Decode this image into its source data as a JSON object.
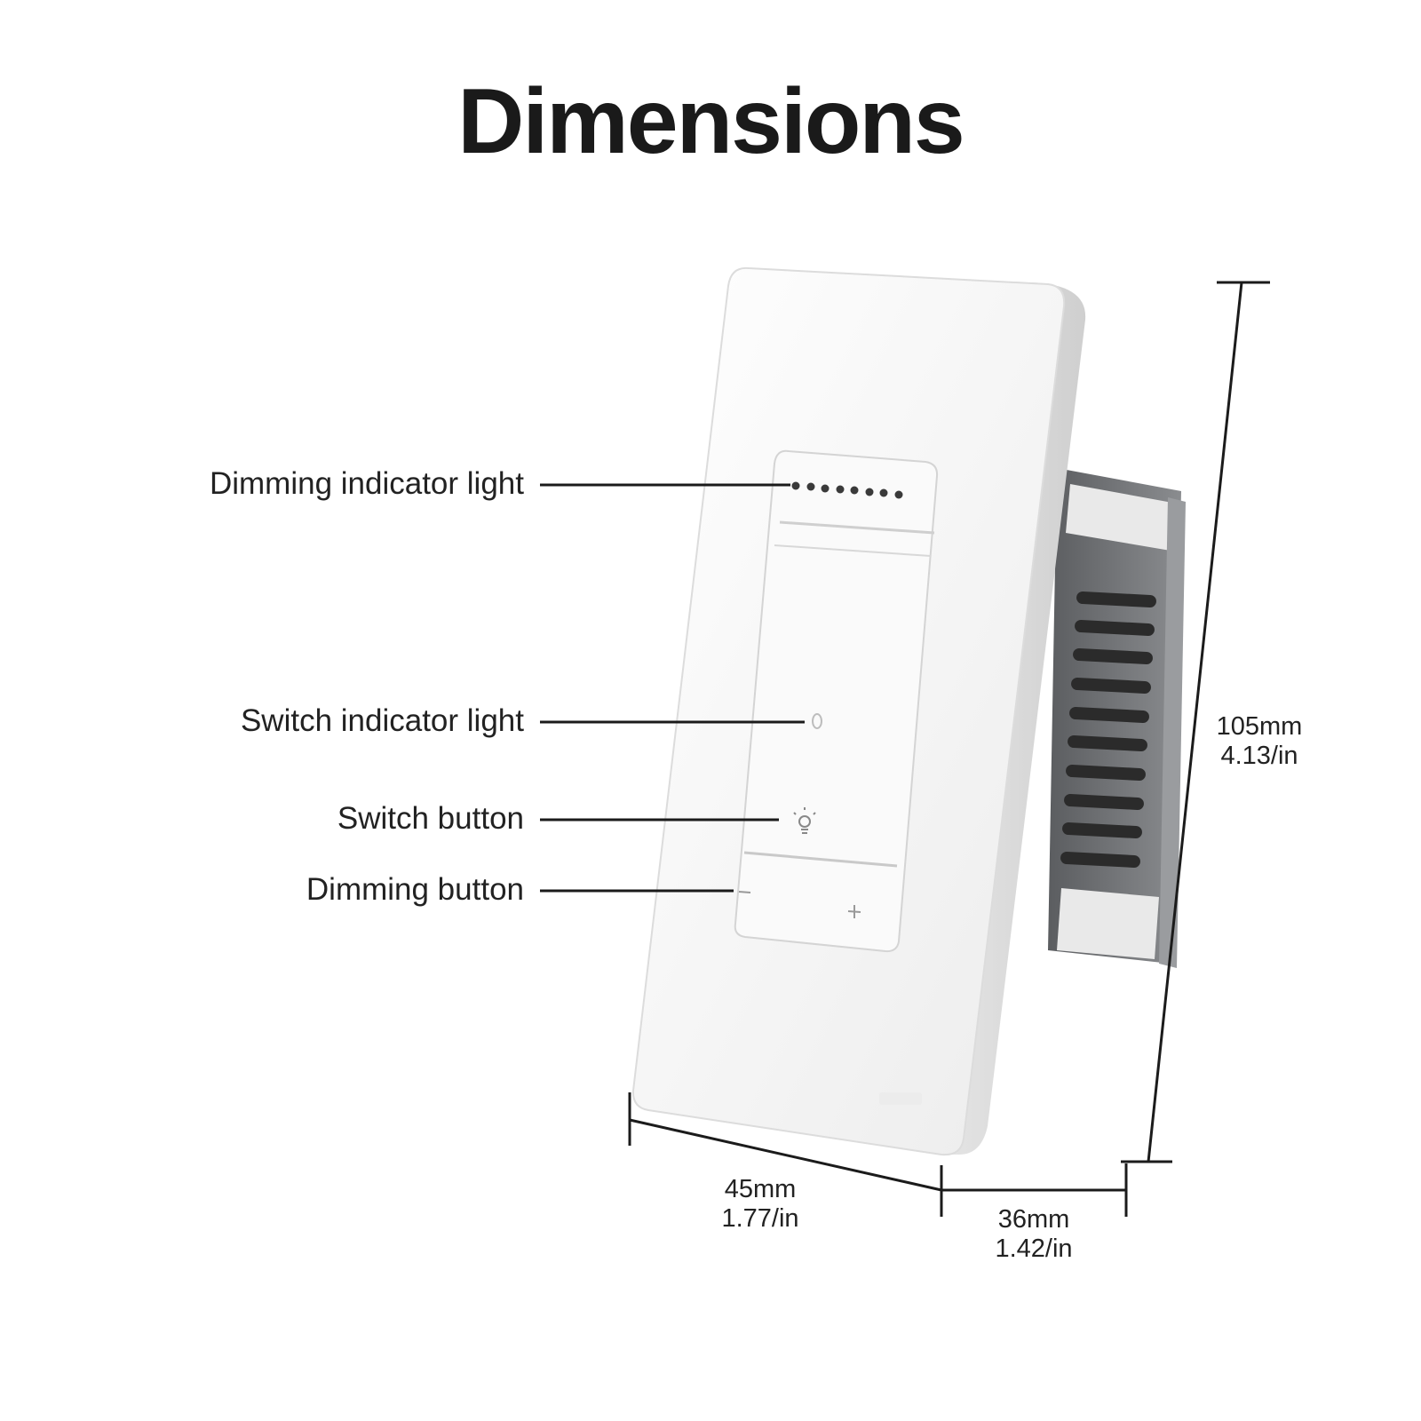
{
  "title": "Dimensions",
  "callouts": [
    {
      "id": "dimming-indicator",
      "label": "Dimming indicator light"
    },
    {
      "id": "switch-indicator",
      "label": "Switch indicator light"
    },
    {
      "id": "switch-button",
      "label": "Switch button"
    },
    {
      "id": "dimming-button",
      "label": "Dimming button"
    }
  ],
  "dimensions": {
    "height": {
      "mm": "105mm",
      "in": "4.13/in"
    },
    "width": {
      "mm": "45mm",
      "in": "1.77/in"
    },
    "depth": {
      "mm": "36mm",
      "in": "1.42/in"
    }
  },
  "colors": {
    "plate": "#f7f7f7",
    "housing": "#6d6f72",
    "vents": "#2b2b2b",
    "ink": "#1b1b1b"
  }
}
